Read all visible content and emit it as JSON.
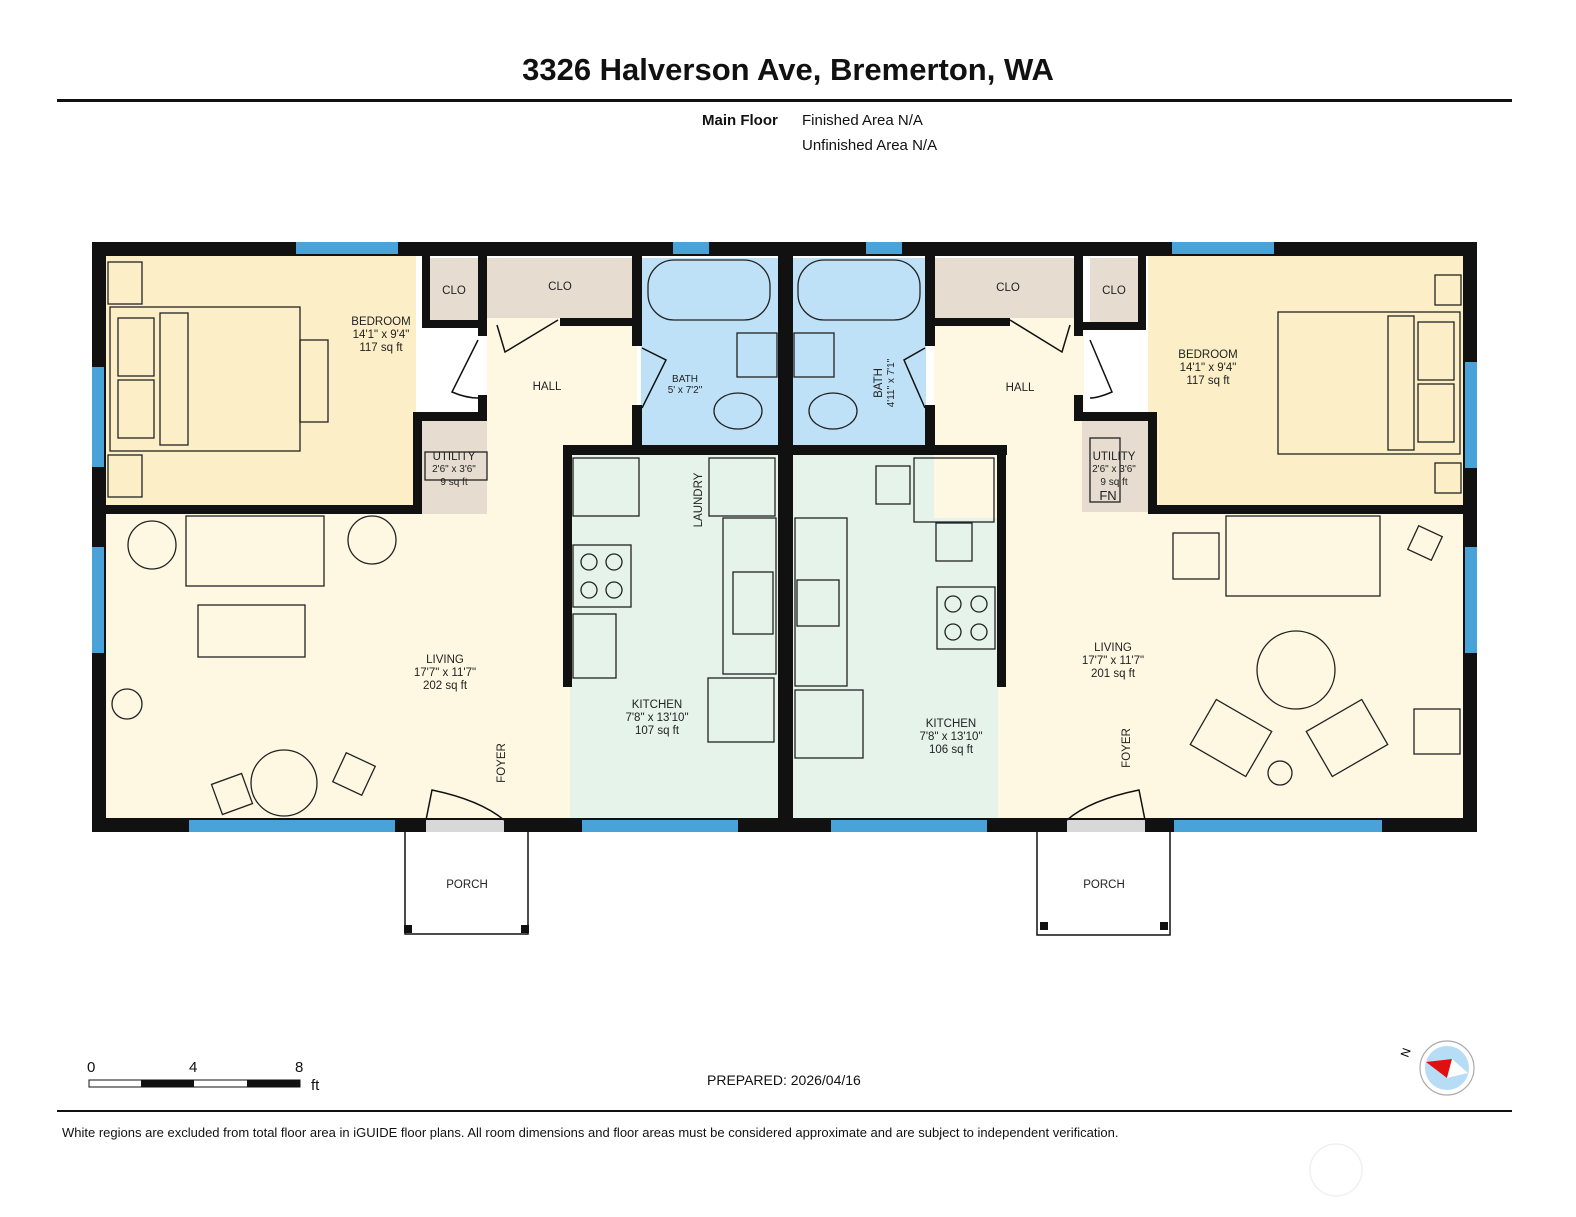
{
  "header": {
    "title": "3326 Halverson Ave, Bremerton, WA"
  },
  "summary": {
    "floor": "Main Floor",
    "finished": "Finished Area N/A",
    "unfinished": "Unfinished Area N/A"
  },
  "rooms": {
    "bed_l": {
      "name": "BEDROOM",
      "dims": "14'1\" x 9'4\"",
      "area": "117 sq ft"
    },
    "clo_l1": "CLO",
    "clo_l2": "CLO",
    "hall_l": "HALL",
    "bath_l": {
      "name": "BATH",
      "dims": "5' x 7'2\""
    },
    "util_l": {
      "name": "UTILITY",
      "dims": "2'6\" x 3'6\"",
      "area": "9 sq ft"
    },
    "laundry": "LAUNDRY",
    "living_l": {
      "name": "LIVING",
      "dims": "17'7\" x 11'7\"",
      "area": "202 sq ft"
    },
    "kitchen_l": {
      "name": "KITCHEN",
      "dims": "7'8\" x 13'10\"",
      "area": "107 sq ft"
    },
    "foyer_l": "FOYER",
    "porch_l": "PORCH",
    "bath_r": {
      "name": "BATH",
      "dims": "4'11\" x 7'1\""
    },
    "clo_r1": "CLO",
    "clo_r2": "CLO",
    "hall_r": "HALL",
    "bed_r": {
      "name": "BEDROOM",
      "dims": "14'1\" x 9'4\"",
      "area": "117 sq ft"
    },
    "util_r": {
      "name": "UTILITY",
      "dims": "2'6\" x 3'6\"",
      "area": "9 sq ft",
      "tag": "FN"
    },
    "living_r": {
      "name": "LIVING",
      "dims": "17'7\" x 11'7\"",
      "area": "201 sq ft"
    },
    "kitchen_r": {
      "name": "KITCHEN",
      "dims": "7'8\" x 13'10\"",
      "area": "106 sq ft"
    },
    "foyer_r": "FOYER",
    "porch_r": "PORCH"
  },
  "scale": {
    "t0": "0",
    "t1": "4",
    "t2": "8",
    "unit": "ft"
  },
  "compass": {
    "label": "N"
  },
  "prepared": "PREPARED: 2026/04/16",
  "footer": "White regions are excluded from total floor area in iGUIDE floor plans. All room dimensions and floor areas must be considered approximate and are subject to independent verification.",
  "colors": {
    "wall": "#111111",
    "window": "#4aa3d8",
    "bedroom": "#fcefc8",
    "living": "#fef8e3",
    "closet": "#e6ddd0",
    "bath": "#bfe1f8",
    "kitchen": "#e5f3ea"
  }
}
